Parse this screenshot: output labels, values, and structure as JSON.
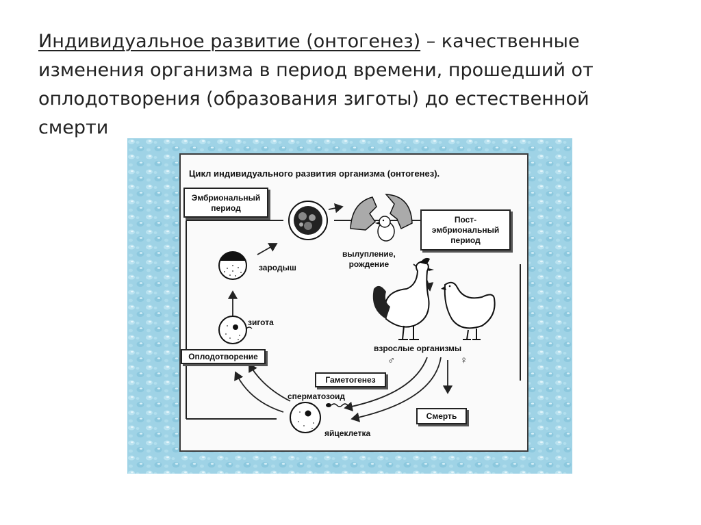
{
  "heading": {
    "term": "Индивидуальное развитие (онтогенез)",
    "definition": " – качественные изменения организма в период времени, прошедший от оплодотворения (образования зиготы) до естественной смерти"
  },
  "diagram": {
    "title": "Цикл индивидуального развития организма (онтогенез).",
    "embryonic_period": [
      "Эмбриональный",
      "период"
    ],
    "postembryonic_period": [
      "Пост-",
      "эмбриональный",
      "период"
    ],
    "stages": {
      "embryo": "зародыш",
      "hatching": [
        "вылупление,",
        "рождение"
      ],
      "adults": "взрослые организмы",
      "zygote": "зигота",
      "sperm": "сперматозоид",
      "egg_cell": "яйцеклетка"
    },
    "fertilization": "Оплодотворение",
    "gametogenesis": "Гаметогенез",
    "death": "Смерть",
    "male_symbol": "♂",
    "female_symbol": "♀"
  }
}
